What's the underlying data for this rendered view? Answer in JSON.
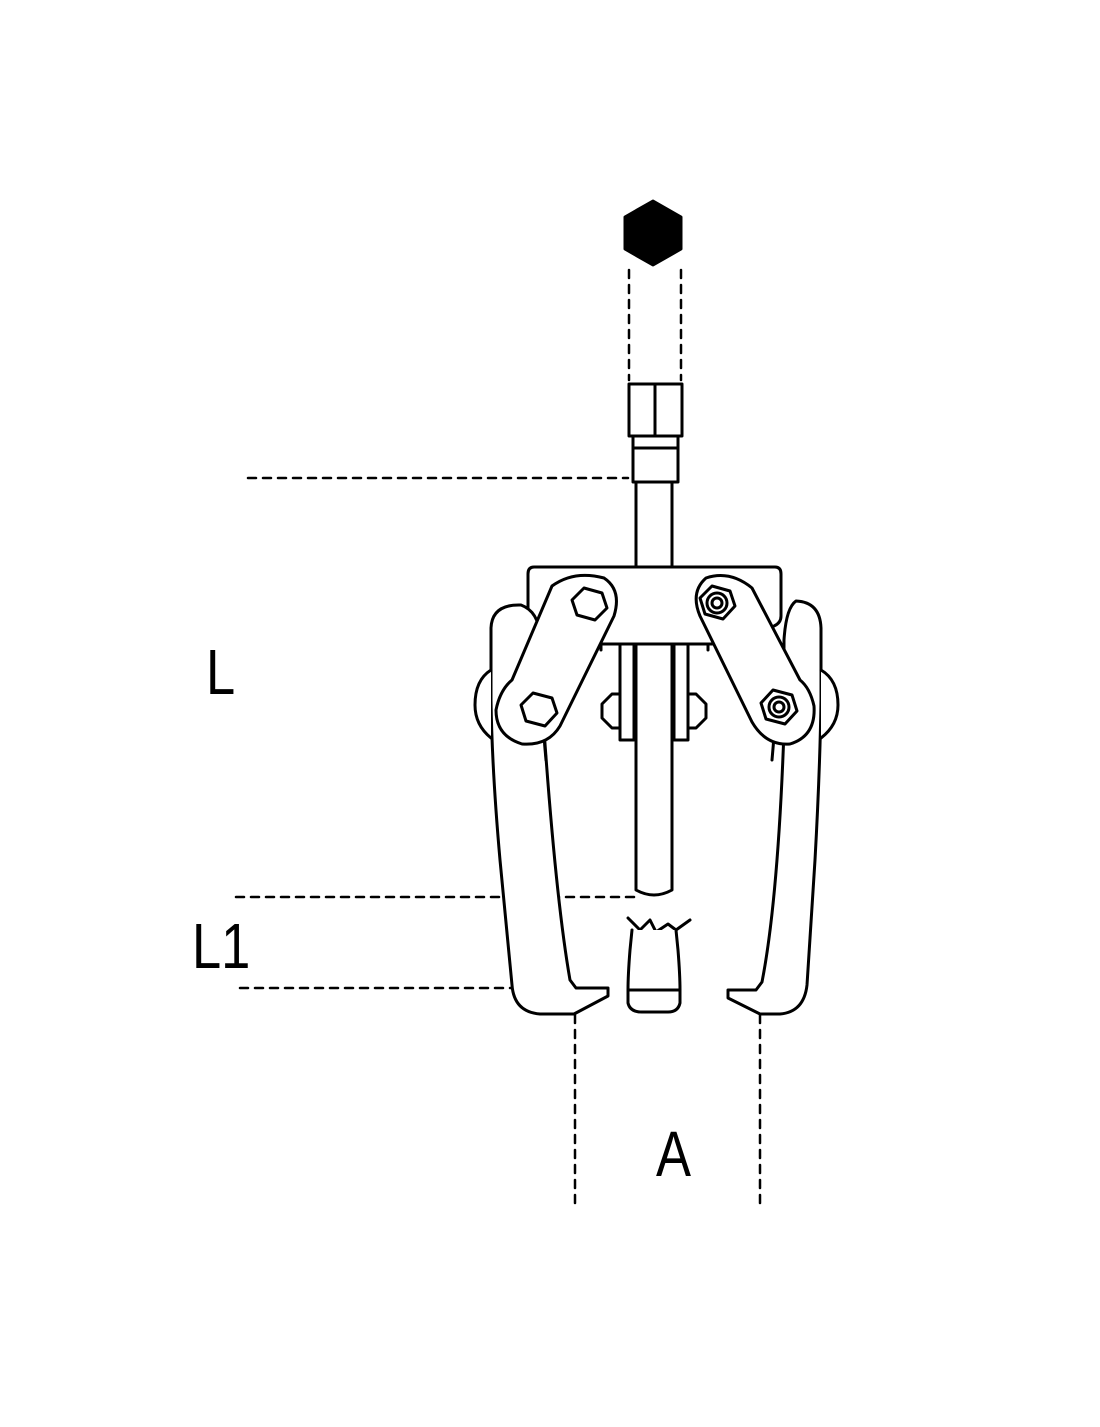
{
  "labels": {
    "length": "L",
    "jaw_depth": "L1",
    "span": "A"
  },
  "colors": {
    "line": "#000000",
    "background": "#ffffff"
  },
  "icons": {
    "drive": "hexagon-icon"
  }
}
